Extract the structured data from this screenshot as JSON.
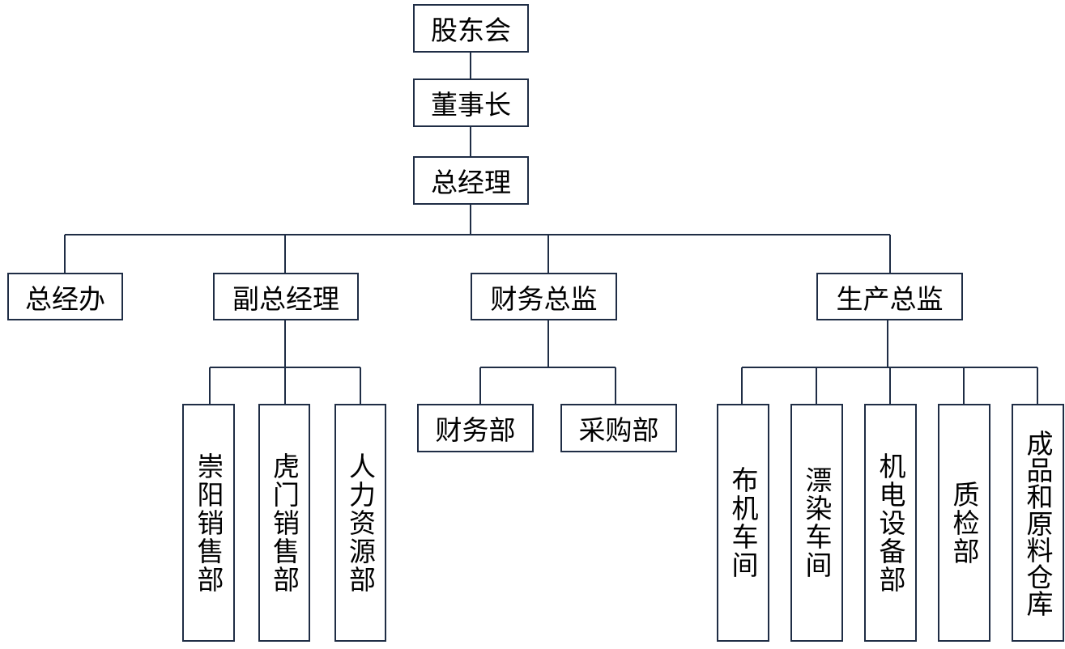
{
  "colors": {
    "line": "#1f2d45"
  },
  "nodes": {
    "shareholders": "股东会",
    "chairman": "董事长",
    "gm": "总经理",
    "gm_office": "总经办",
    "deputy_gm": "副总经理",
    "cfo": "财务总监",
    "production_director": "生产总监",
    "chongyang_sales": "崇阳销售部",
    "humen_sales": "虎门销售部",
    "hr": "人力资源部",
    "finance": "财务部",
    "purchasing": "采购部",
    "weaving": "布机车间",
    "dyeing": "漂染车间",
    "mechanical": "机电设备部",
    "qc": "质检部",
    "warehouse": "成品和原料仓库"
  }
}
